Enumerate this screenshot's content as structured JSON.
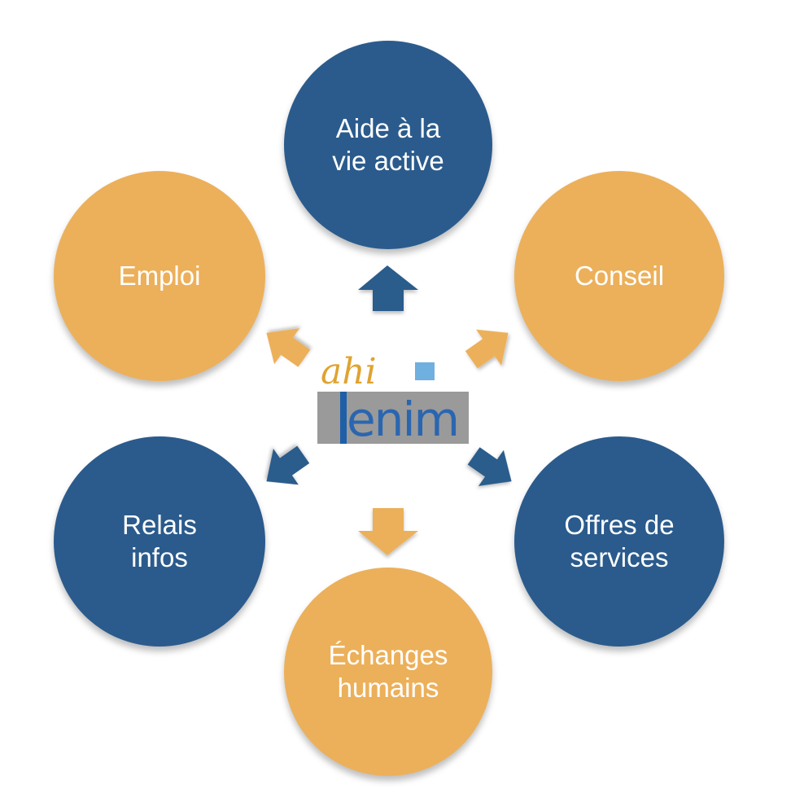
{
  "diagram": {
    "nodes": [
      {
        "id": "top",
        "label": "Aide à la\nvie active",
        "color": "#2b5b8c"
      },
      {
        "id": "ur",
        "label": "Conseil",
        "color": "#ecb05a"
      },
      {
        "id": "lr",
        "label": "Offres de\nservices",
        "color": "#2b5b8c"
      },
      {
        "id": "bottom",
        "label": "Échanges\nhumains",
        "color": "#ecb05a"
      },
      {
        "id": "ll",
        "label": "Relais\ninfos",
        "color": "#2b5b8c"
      },
      {
        "id": "ul",
        "label": "Emploi",
        "color": "#ecb05a"
      }
    ],
    "center_logo": {
      "top_text": "ahi",
      "bottom_text": "enim",
      "colors": {
        "top": "#e0a330",
        "square": "#6fb0e0",
        "bottom_bg": "#9a9a9a",
        "bottom_text": "#2a66b0"
      }
    },
    "arrow_colors": {
      "blue": "#2b5b8c",
      "orange": "#ecb05a"
    }
  }
}
